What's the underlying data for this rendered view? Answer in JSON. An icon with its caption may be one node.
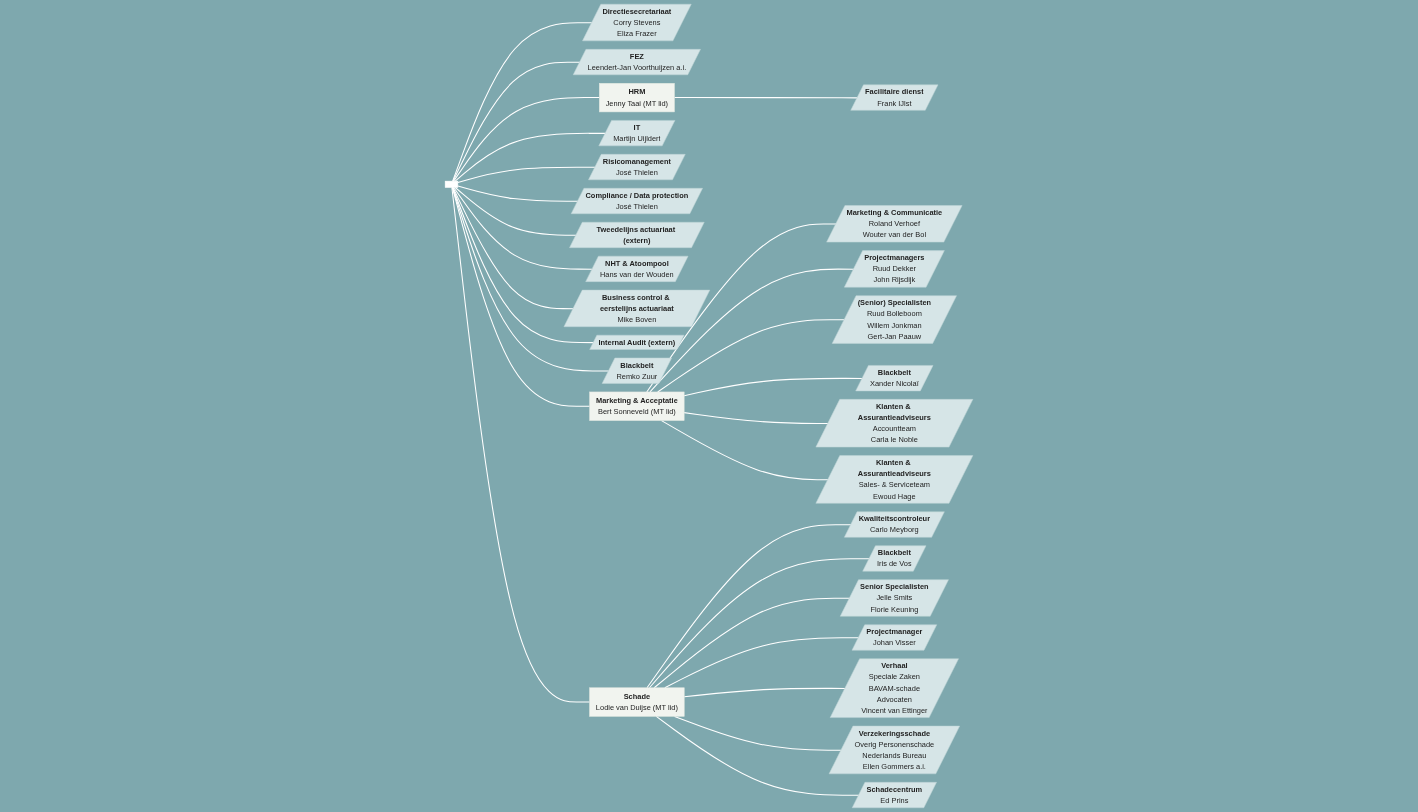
{
  "diagram": {
    "nodes": [
      {
        "text": [
          "Directiesecretariaat",
          "Corry Stevens",
          "Eliza Frazer"
        ]
      },
      {
        "text": [
          "FEZ",
          "Leendert-Jan Voorthuijzen a.i."
        ]
      },
      {
        "text": [
          "HRM",
          "Jenny Taai (MT lid)"
        ]
      },
      {
        "text": [
          "IT",
          "Martijn Uijldert"
        ]
      },
      {
        "text": [
          "Facilitaire dienst",
          "Frank IJlst"
        ]
      },
      {
        "text": [
          "Risicomanagement",
          "José Thielen"
        ]
      },
      {
        "text": [
          "Compliance / Data protection",
          "José Thielen"
        ]
      },
      {
        "text": [
          "Tweedelijns actuariaat (extern)"
        ]
      },
      {
        "text": [
          "NHT & Atoompool",
          "Hans van der Wouden"
        ]
      },
      {
        "text": [
          "Business control & eerstelijns actuariaat",
          "Mike Boven"
        ]
      },
      {
        "text": [
          "Internal Audit (extern)"
        ]
      },
      {
        "text": [
          "Blackbelt",
          "Remko Zuur"
        ]
      },
      {
        "text": [
          "Marketing & Acceptatie",
          "Bert Sonneveld (MT lid)"
        ]
      },
      {
        "text": [
          "Schade",
          "Lodie van Duijse (MT lid)"
        ]
      },
      {
        "text": [
          "Marketing & Communicatie",
          "Roland Verhoef",
          "Wouter van der Bol"
        ]
      },
      {
        "text": [
          "(Senior) Specialisten",
          "Ruud Bolleboom",
          "Willem Jonkman",
          "Gert-Jan Paauw"
        ]
      },
      {
        "text": [
          "Kwaliteitscontroleur",
          "Carlo Meyborg"
        ]
      },
      {
        "text": [
          "Senior Specialisten",
          "Jelle Smits",
          "Florie Keuning"
        ]
      },
      {
        "text": [
          "Projectmanagers",
          "Ruud Dekker",
          "John Rijsdijk"
        ]
      },
      {
        "text": [
          "Blackbelt",
          "Xander Nicolaï"
        ]
      },
      {
        "text": [
          "Blackbelt",
          "Iris de Vos"
        ]
      },
      {
        "text": [
          "Projectmanager",
          "Johan Visser"
        ]
      },
      {
        "text": [
          "Klanten & Assurantieadviseurs",
          "Accountteam",
          "Carla le Noble"
        ]
      },
      {
        "text": [
          "Klanten & Assurantieadviseurs",
          "Sales- & Serviceteam",
          "Ewoud Hage"
        ]
      },
      {
        "text": [
          "Verhaal",
          "Speciale Zaken",
          "BAVAM-schade",
          "Advocaten",
          "Vincent van Ettinger"
        ]
      },
      {
        "text": [
          "Verzekeringsschade",
          "Overig Personenschade",
          "Nederlands Bureau",
          "Ellen Gommers a.i."
        ]
      },
      {
        "text": [
          "Schadecentrum",
          "Ed Prins"
        ]
      },
      {
        "text": [],
        "shape": "bar"
      }
    ],
    "edges": [
      {
        "from": 27,
        "to": 0,
        "arrow": "none"
      },
      {
        "from": 27,
        "to": 2,
        "arrow": "none"
      },
      {
        "from": 27,
        "to": 6,
        "arrow": "none"
      },
      {
        "from": 27,
        "to": 8,
        "arrow": "none"
      },
      {
        "from": 27,
        "to": 10,
        "arrow": "none"
      },
      {
        "from": 27,
        "to": 1,
        "arrow": "none"
      },
      {
        "from": 27,
        "to": 3,
        "arrow": "none"
      },
      {
        "from": 27,
        "to": 5,
        "arrow": "none"
      },
      {
        "from": 27,
        "to": 7,
        "arrow": "none"
      },
      {
        "from": 27,
        "to": 9,
        "arrow": "none"
      },
      {
        "from": 27,
        "to": 11,
        "arrow": "none"
      },
      {
        "from": 27,
        "to": 12,
        "arrow": "none"
      },
      {
        "from": 27,
        "to": 13,
        "arrow": "none"
      },
      {
        "from": 2,
        "to": 4,
        "arrow": "none"
      },
      {
        "from": 12,
        "to": 14,
        "arrow": "none"
      },
      {
        "from": 12,
        "to": 18,
        "arrow": "none"
      },
      {
        "from": 12,
        "to": 15,
        "arrow": "none"
      },
      {
        "from": 12,
        "to": 19,
        "arrow": "none"
      },
      {
        "from": 12,
        "to": 22,
        "arrow": "none"
      },
      {
        "from": 12,
        "to": 23,
        "arrow": "none"
      },
      {
        "from": 13,
        "to": 16,
        "arrow": "none"
      },
      {
        "from": 13,
        "to": 20,
        "arrow": "none"
      },
      {
        "from": 13,
        "to": 17,
        "arrow": "none"
      },
      {
        "from": 13,
        "to": 21,
        "arrow": "none"
      },
      {
        "from": 13,
        "to": 24,
        "arrow": "none"
      },
      {
        "from": 13,
        "to": 25,
        "arrow": "none"
      },
      {
        "from": 13,
        "to": 26,
        "arrow": "none"
      }
    ]
  }
}
